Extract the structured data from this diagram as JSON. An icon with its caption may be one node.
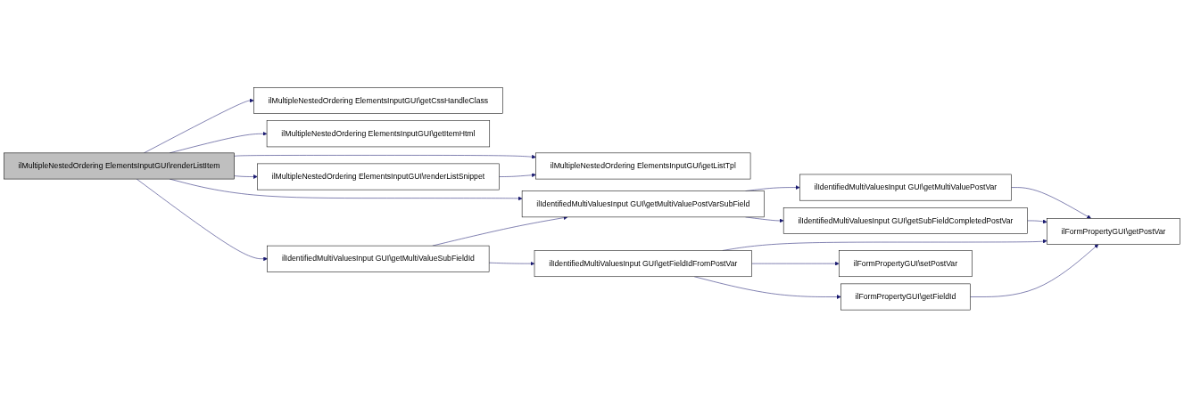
{
  "diagram": {
    "nodes": [
      {
        "text": [
          "ilMultipleNestedOrdering ElementsInputGUI\\renderListItem"
        ]
      },
      {
        "text": [
          "ilMultipleNestedOrdering ElementsInputGUI\\getCssHandleClass"
        ]
      },
      {
        "text": [
          "ilMultipleNestedOrdering ElementsInputGUI\\getItemHtml"
        ]
      },
      {
        "text": [
          "ilMultipleNestedOrdering ElementsInputGUI\\renderListSnippet"
        ]
      },
      {
        "text": [
          "ilMultipleNestedOrdering ElementsInputGUI\\getListTpl"
        ]
      },
      {
        "text": [
          "ilIdentifiedMultiValuesInput GUI\\getMultiValuePostVarSubField"
        ]
      },
      {
        "text": [
          "ilIdentifiedMultiValuesInput GUI\\getMultiValueSubFieldId"
        ]
      },
      {
        "text": [
          "ilIdentifiedMultiValuesInput GUI\\getMultiValuePostVar"
        ]
      },
      {
        "text": [
          "ilIdentifiedMultiValuesInput GUI\\getSubFieldCompletedPostVar"
        ]
      },
      {
        "text": [
          "ilIdentifiedMultiValuesInput GUI\\getFieldIdFromPostVar"
        ]
      },
      {
        "text": [
          "ilFormPropertyGUI\\getPostVar"
        ]
      },
      {
        "text": [
          "ilFormPropertyGUI\\getFieldId"
        ]
      },
      {
        "text": [
          "ilFormPropertyGUI\\setPostVar"
        ]
      }
    ],
    "edges": [
      {
        "from": 0,
        "to": 1,
        "arrow": "to"
      },
      {
        "from": 0,
        "to": 2,
        "arrow": "to"
      },
      {
        "from": 0,
        "to": 4,
        "arrow": "to"
      },
      {
        "from": 0,
        "to": 3,
        "arrow": "to"
      },
      {
        "from": 0,
        "to": 5,
        "arrow": "to"
      },
      {
        "from": 0,
        "to": 6,
        "arrow": "to"
      },
      {
        "from": 3,
        "to": 4,
        "arrow": "to"
      },
      {
        "from": 5,
        "to": 7,
        "arrow": "to"
      },
      {
        "from": 5,
        "to": 8,
        "arrow": "to"
      },
      {
        "from": 6,
        "to": 5,
        "arrow": "to"
      },
      {
        "from": 6,
        "to": 9,
        "arrow": "to"
      },
      {
        "from": 7,
        "to": 10,
        "arrow": "to"
      },
      {
        "from": 8,
        "to": 10,
        "arrow": "to"
      },
      {
        "from": 9,
        "to": 10,
        "arrow": "to"
      },
      {
        "from": 9,
        "to": 11,
        "arrow": "to"
      },
      {
        "from": 9,
        "to": 12,
        "arrow": "to"
      },
      {
        "from": 11,
        "to": 10,
        "arrow": "to"
      }
    ]
  }
}
